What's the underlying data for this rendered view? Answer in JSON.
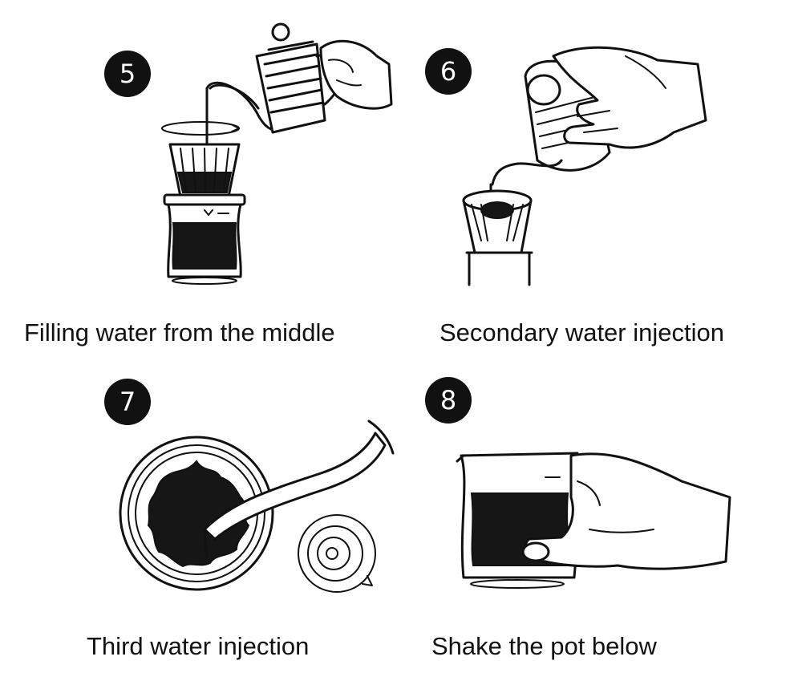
{
  "steps": [
    {
      "number": "5",
      "caption": "Filling water from the middle"
    },
    {
      "number": "6",
      "caption": "Secondary water injection"
    },
    {
      "number": "7",
      "caption": "Third water injection"
    },
    {
      "number": "8",
      "caption": "Shake the pot below"
    }
  ],
  "colors": {
    "ink": "#111111",
    "background": "#ffffff"
  }
}
